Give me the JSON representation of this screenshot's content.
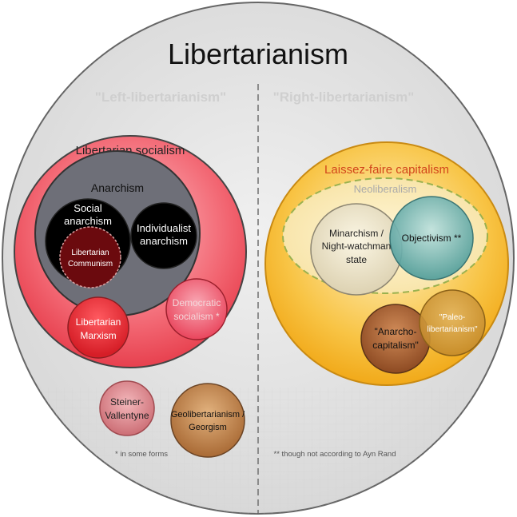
{
  "title": "Libertarianism",
  "sides": {
    "left": "\"Left-libertarianism\"",
    "right": "\"Right-libertarianism\""
  },
  "left": {
    "libertarian_socialism": "Libertarian socialism",
    "anarchism": "Anarchism",
    "social_anarchism": [
      "Social",
      "anarchism"
    ],
    "libertarian_communism": [
      "Libertarian",
      "Communism"
    ],
    "individualist_anarchism": [
      "Individualist",
      "anarchism"
    ],
    "libertarian_marxism": [
      "Libertarian",
      "Marxism"
    ],
    "democratic_socialism": [
      "Democratic",
      "socialism *"
    ],
    "steiner_vallentyne": [
      "Steiner-",
      "Vallentyne"
    ],
    "geolibertarianism": [
      "Geolibertarianism /",
      "Georgism"
    ]
  },
  "right": {
    "laissez_faire": "Laissez-faire capitalism",
    "neoliberalism": "Neoliberalism",
    "minarchism": [
      "Minarchism /",
      "Night-watchman",
      "state"
    ],
    "objectivism": "Objectivism **",
    "anarcho_capitalism": [
      "\"Anarcho-",
      "capitalism\""
    ],
    "paleo_libertarianism": [
      "\"Paleo-",
      "libertarianism\""
    ]
  },
  "footnotes": {
    "single": "* in some forms",
    "double": "** though not according to Ayn Rand"
  },
  "colors": {
    "outer_fill": "#e3e3e3",
    "red": "#ef5a64",
    "gray": "#6e6f78",
    "black": "#000000",
    "dark_red": "#6b0a0e",
    "bright_red": "#e8222a",
    "pink": "#ef6d7c",
    "orange_gold": "#f6b932",
    "cream": "#f3e8c2",
    "teal": "#5ba7a6",
    "brown": "#a65b2e",
    "tan": "#c18a4d"
  }
}
